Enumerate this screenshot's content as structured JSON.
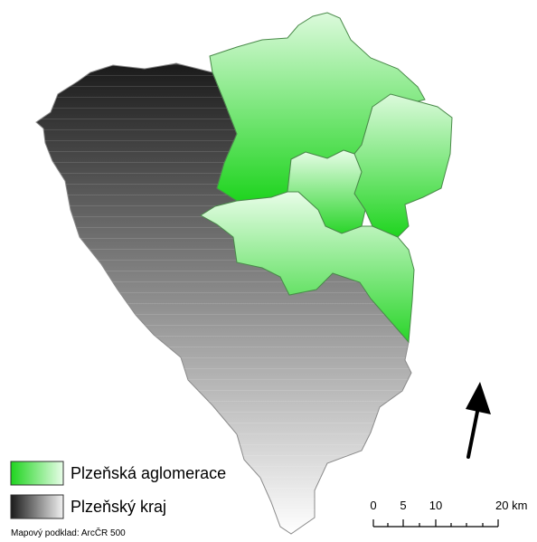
{
  "legend": {
    "items": [
      {
        "label": "Plzeňská aglomerace",
        "gradient_from": "#1fd41f",
        "gradient_to": "#ffffff"
      },
      {
        "label": "Plzeňský kraj",
        "gradient_from": "#1a1a1a",
        "gradient_to": "#ffffff"
      }
    ]
  },
  "scale_bar": {
    "ticks": [
      "0",
      "5",
      "10",
      "20 km"
    ],
    "units": "km"
  },
  "north_arrow": {
    "icon": "north-arrow-icon"
  },
  "credit": "Mapový podklad: ArcČR 500",
  "colors": {
    "agglomeration_dark": "#1fd41f",
    "agglomeration_light": "#ffffff",
    "region_dark": "#1a1a1a",
    "region_light": "#ffffff"
  }
}
